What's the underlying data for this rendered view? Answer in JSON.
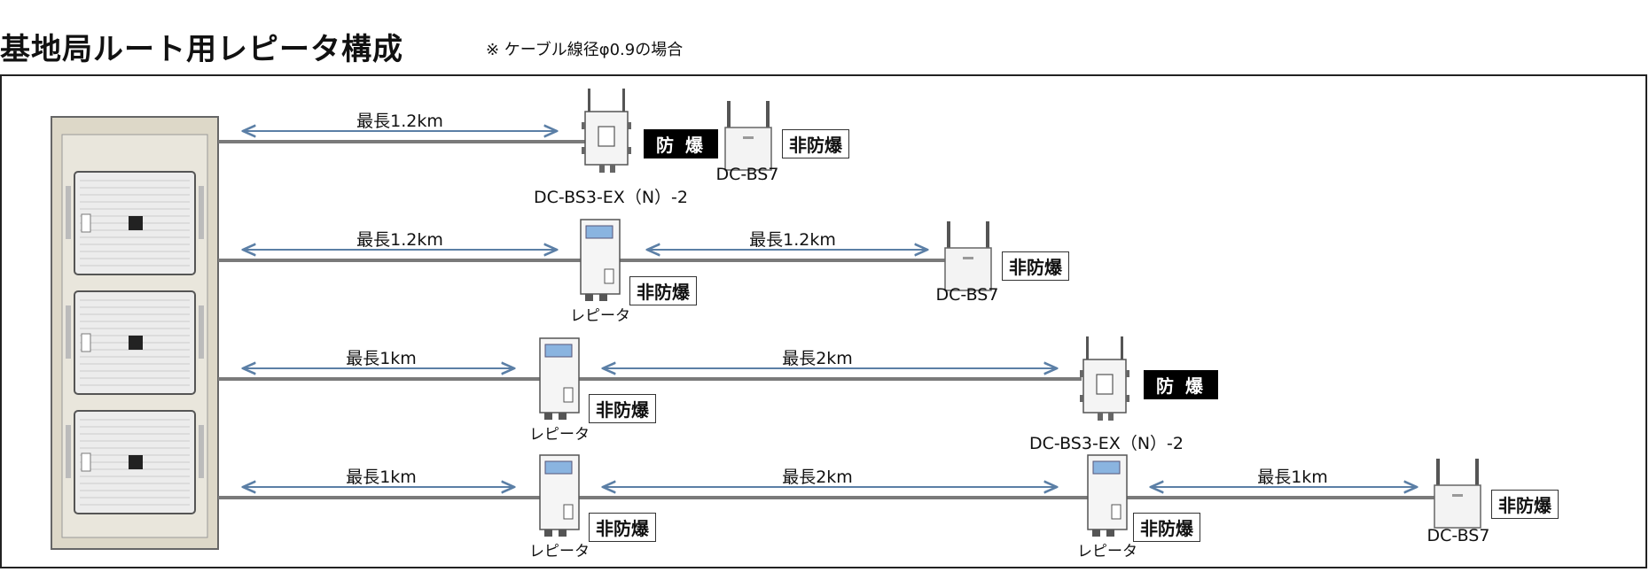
{
  "header": {
    "title": "基地局ルート用レピータ構成",
    "note": "※ ケーブル線径φ0.9の場合"
  },
  "distances": {
    "r1a": "最長1.2km",
    "r2a": "最長1.2km",
    "r2b": "最長1.2km",
    "r3a": "最長1km",
    "r3b": "最長2km",
    "r4a": "最長1km",
    "r4b": "最長2km",
    "r4c": "最長1km"
  },
  "devices": {
    "bs3ex": "DC-BS3-EX（N）-2",
    "bs7": "DC-BS7",
    "repeater": "レピータ"
  },
  "badges": {
    "ex": "防 爆",
    "non_ex": "非防爆"
  },
  "colors": {
    "arrow": "#5b7fa6",
    "cable": "#7a7a7a",
    "cabinet": "#ddd8c8"
  }
}
